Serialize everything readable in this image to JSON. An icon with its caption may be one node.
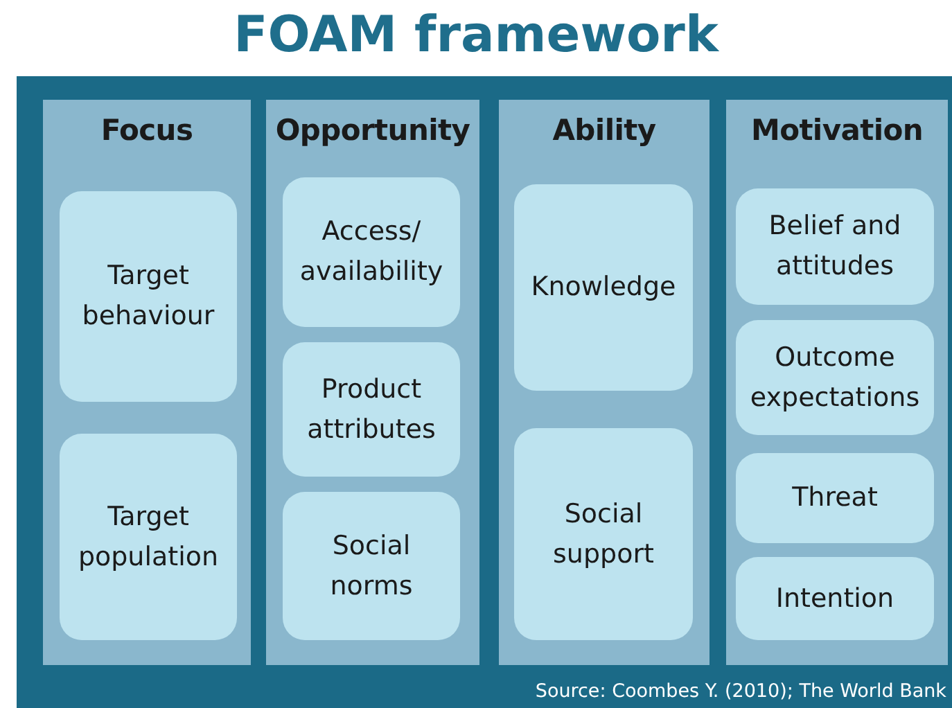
{
  "diagram": {
    "title": "FOAM framework",
    "nodes": [
      {
        "text": [
          "Focus"
        ]
      },
      {
        "text": [
          "Target behaviour"
        ],
        "in": 0
      },
      {
        "text": [
          "Target population"
        ],
        "in": 0
      },
      {
        "text": [
          "Opportunity"
        ]
      },
      {
        "text": [
          "Access/ availability"
        ],
        "in": 3
      },
      {
        "text": [
          "Product attributes"
        ],
        "in": 3
      },
      {
        "text": [
          "Social norms"
        ],
        "in": 3
      },
      {
        "text": [
          "Ability"
        ]
      },
      {
        "text": [
          "Knowledge"
        ],
        "in": 7
      },
      {
        "text": [
          "Social support"
        ],
        "in": 7
      },
      {
        "text": [
          "Motivation"
        ]
      },
      {
        "text": [
          "Belief and attitudes"
        ],
        "in": 10
      },
      {
        "text": [
          "Outcome expectations"
        ],
        "in": 10
      },
      {
        "text": [
          "Threat"
        ],
        "in": 10
      },
      {
        "text": [
          "Intention"
        ],
        "in": 10
      }
    ],
    "labels": [
      "Source: Coombes Y. (2010); The World Bank"
    ]
  }
}
